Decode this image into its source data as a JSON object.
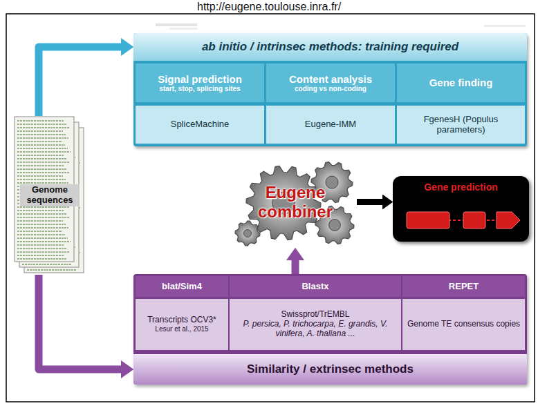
{
  "diagram": {
    "nodes": [
      {
        "text": [
          "ab initio / intrinsec methods: training required"
        ]
      },
      {
        "text": [
          "Signal prediction",
          "start, stop, splicing sites"
        ],
        "in": 0
      },
      {
        "text": [
          "Content analysis",
          "coding vs non-coding"
        ],
        "in": 0
      },
      {
        "text": [
          "Gene finding"
        ],
        "in": 0
      },
      {
        "text": [
          "SpliceMachine"
        ],
        "in": 0
      },
      {
        "text": [
          "Eugene-IMM"
        ],
        "in": 0
      },
      {
        "text": [
          "FgenesH (Populus parameters)"
        ],
        "in": 0
      },
      {
        "text": [
          "Genome sequences"
        ]
      },
      {
        "text": [
          "Eugene combiner"
        ]
      },
      {
        "text": [
          "Gene prediction"
        ]
      },
      {
        "text": [
          "Similarity / extrinsec methods"
        ]
      },
      {
        "text": [
          "blat/Sim4"
        ],
        "in": 10
      },
      {
        "text": [
          "Blastx"
        ],
        "in": 10
      },
      {
        "text": [
          "REPET"
        ],
        "in": 10
      },
      {
        "text": [
          "Transcripts OCV3*",
          "Lesur et al., 2015"
        ],
        "in": 10
      },
      {
        "text": [
          "Swissprot/TrEMBL",
          "P. persica, P. trichocarpa, E. grandis, V. vinifera, A. thaliana ..."
        ],
        "in": 10
      },
      {
        "text": [
          "Genome TE consensus copies"
        ],
        "in": 10
      }
    ],
    "edges": [
      {
        "from": 7,
        "to": 0,
        "arrow": "to"
      },
      {
        "from": 7,
        "to": 10,
        "arrow": "to"
      },
      {
        "from": 0,
        "to": 8,
        "arrow": "to"
      },
      {
        "from": 10,
        "to": 8,
        "arrow": "to"
      },
      {
        "from": 8,
        "to": 9,
        "arrow": "to"
      }
    ],
    "labels": [
      "http://eugene.toulouse.inra.fr/"
    ]
  }
}
